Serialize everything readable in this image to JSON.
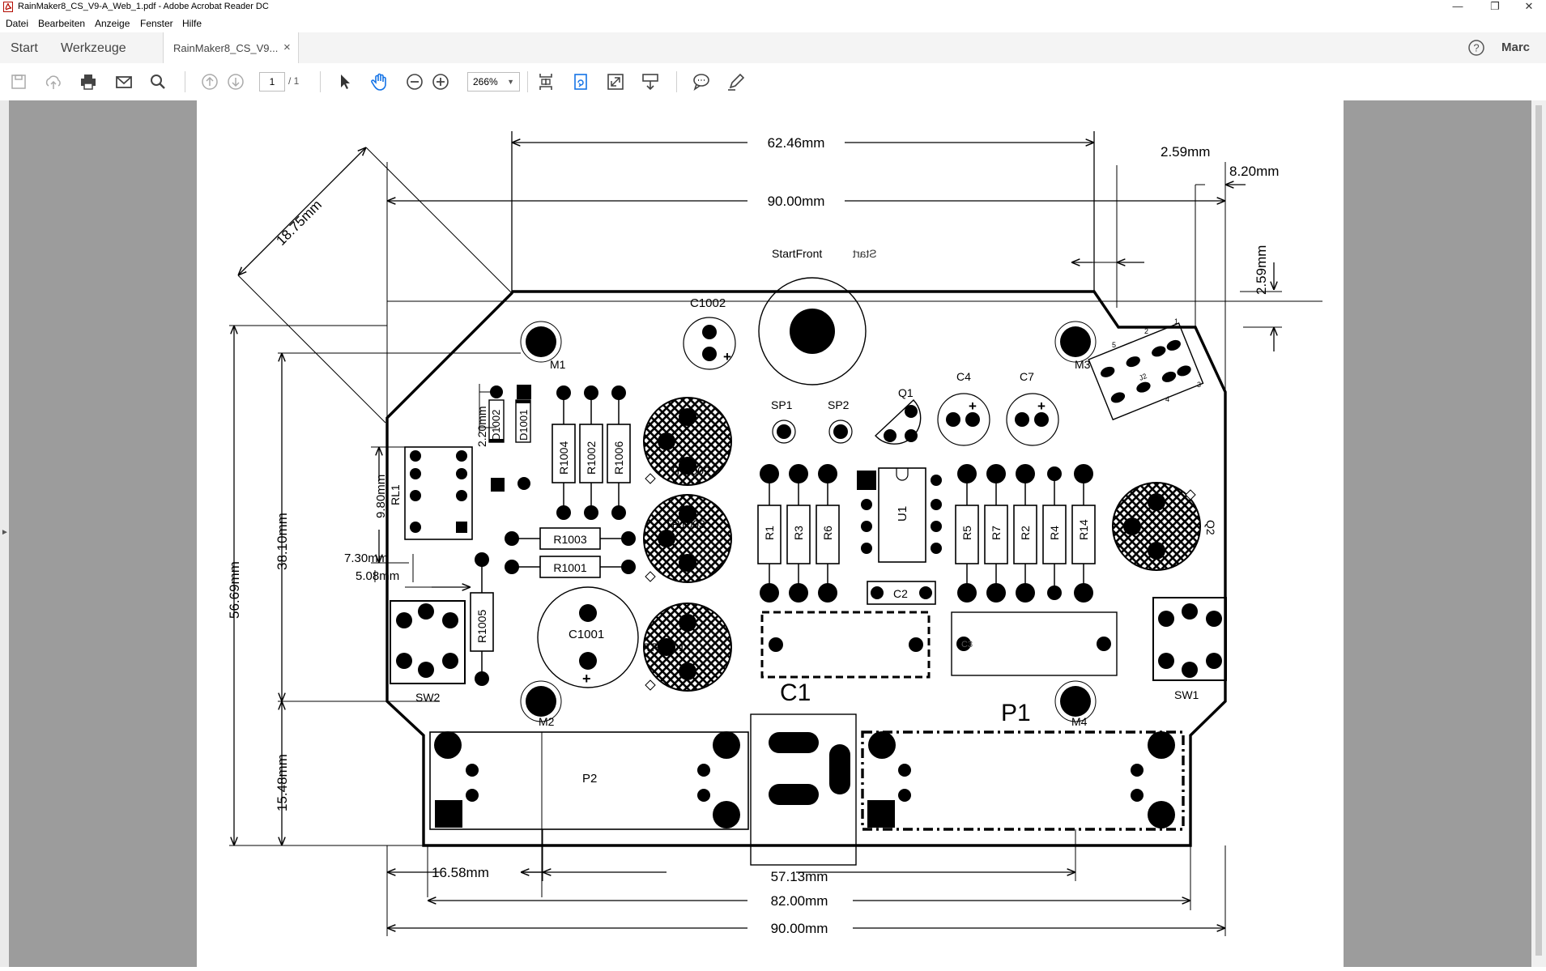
{
  "window": {
    "title": "RainMaker8_CS_V9-A_Web_1.pdf - Adobe Acrobat Reader DC",
    "controls": {
      "minimize": "—",
      "restore": "❐",
      "close": "✕"
    }
  },
  "menu": [
    "Datei",
    "Bearbeiten",
    "Anzeige",
    "Fenster",
    "Hilfe"
  ],
  "tabs": {
    "home": "Start",
    "tools": "Werkzeuge",
    "document": "RainMaker8_CS_V9...",
    "close": "×"
  },
  "account": {
    "help": "?",
    "user": "Marc"
  },
  "toolbar": {
    "page_current": "1",
    "page_total": "/ 1",
    "zoom": "266%",
    "icons": [
      "save-icon",
      "cloud-upload-icon",
      "print-icon",
      "email-icon",
      "search-icon",
      "page-up-icon",
      "page-down-icon",
      "select-arrow-icon",
      "hand-icon",
      "zoom-out-icon",
      "zoom-in-icon",
      "fit-page-icon",
      "rotate-icon",
      "fullscreen-icon",
      "scroll-mode-icon",
      "comment-icon",
      "highlight-pen-icon"
    ]
  },
  "drawing": {
    "dimensions": {
      "top_6246": "62.46mm",
      "top_9000": "90.00mm",
      "top_259": "2.59mm",
      "top_820": "8.20mm",
      "right_259": "2.59mm",
      "diag_1875": "18.75mm",
      "left_5669": "56.69mm",
      "left_3810": "38.10mm",
      "left_1548": "15.48mm",
      "relay_980": "9.80mm",
      "relay_730": "7.30mm",
      "relay_508": "5.08mm",
      "diode_220": "2.20mm",
      "bottom_1658": "16.58mm",
      "bottom_5713": "57.13mm",
      "bottom_8200": "82.00mm",
      "bottom_9000": "90.00mm"
    },
    "labels": {
      "start_front": "StartFront",
      "start_mirror": "Start",
      "c1002": "C1002",
      "m1": "M1",
      "m2": "M2",
      "m3": "M3",
      "m4": "M4",
      "q1": "Q1",
      "q2": "Q2",
      "c4": "C4",
      "c7": "C7",
      "sp1": "SP1",
      "sp2": "SP2",
      "j2": "J2",
      "rl1": "RL1",
      "d1002": "D1002",
      "d1001": "D1001",
      "r1004": "R1004",
      "r1002": "R1002",
      "r1006": "R1006",
      "r1003": "R1003",
      "r1001": "R1001",
      "r1005": "R1005",
      "tr1002": "TR1002",
      "tr1003": "TR1003",
      "tr1001": "TR1001",
      "c1001": "C1001",
      "u1": "U1",
      "c2": "C2",
      "r1": "R1",
      "r3": "R3",
      "r6": "R6",
      "r5": "R5",
      "r7": "R7",
      "r2": "R2",
      "r4": "R4",
      "r14": "R14",
      "sw1": "SW1",
      "sw2": "SW2",
      "c1": "C1",
      "p1": "P1",
      "p2": "P2",
      "c3": "C3",
      "plus": "+",
      "pin1": "1",
      "pin2": "2",
      "pin3": "3",
      "pin4": "4",
      "pin5": "5"
    }
  }
}
